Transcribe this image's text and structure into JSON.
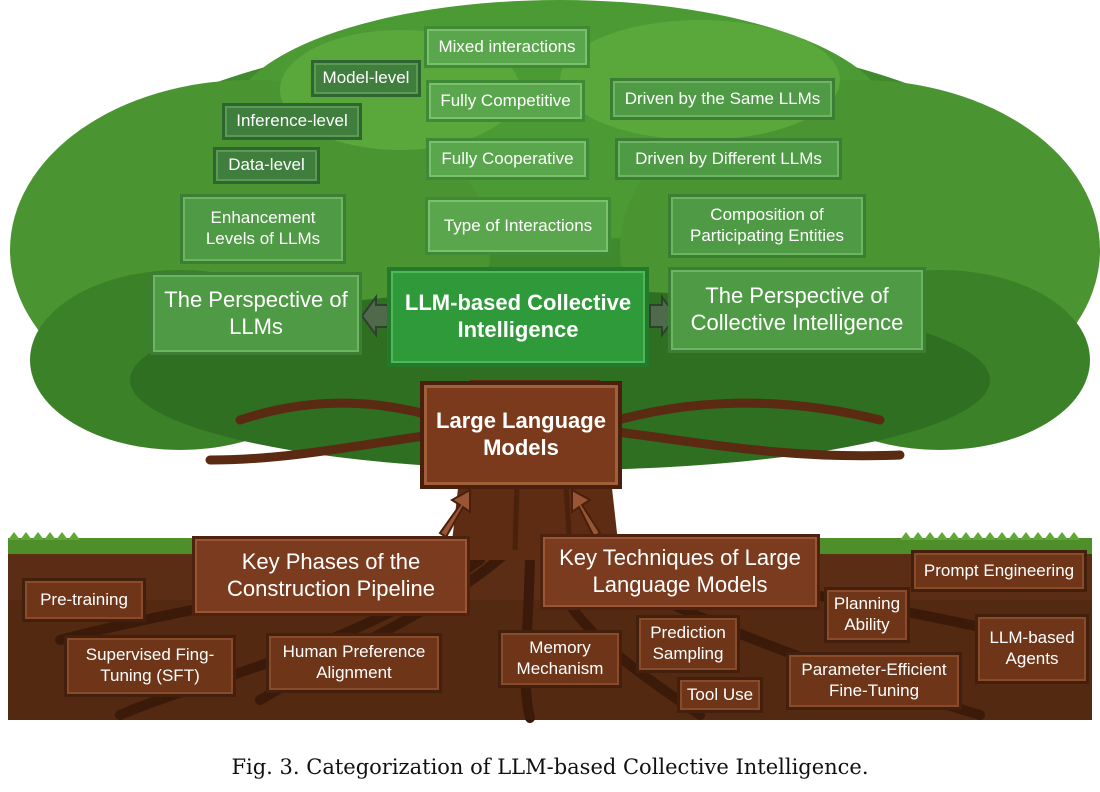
{
  "caption": "Fig. 3.  Categorization of LLM-based Collective Intelligence.",
  "colors": {
    "leaf_green": "#4f9a45",
    "core_green": "#2f9a3a",
    "bark_brown": "#7a3b1e",
    "soil_brown": "#5b2d14",
    "grass_green": "#4f8f2a"
  },
  "center": {
    "core": "LLM-based Collective Intelligence",
    "trunk": "Large Language Models"
  },
  "left_branch": {
    "title": "The Perspective of LLMs",
    "group": "Enhancement Levels of LLMs",
    "items": [
      "Data-level",
      "Inference-level",
      "Model-level"
    ]
  },
  "right_branch": {
    "title": "The Perspective of Collective Intelligence",
    "interactions": {
      "group": "Type of Interactions",
      "items": [
        "Fully Cooperative",
        "Fully Competitive",
        "Mixed interactions"
      ]
    },
    "composition": {
      "group": "Composition of Participating Entities",
      "items": [
        "Driven by Different LLMs",
        "Driven by the Same LLMs"
      ]
    }
  },
  "roots_left": {
    "title": "Key Phases of the Construction Pipeline",
    "items": [
      "Pre-training",
      "Supervised Fing-Tuning (SFT)",
      "Human Preference Alignment"
    ]
  },
  "roots_right": {
    "title": "Key Techniques of Large Language Models",
    "items": [
      "Memory Mechanism",
      "Prediction Sampling",
      "Tool Use",
      "Planning Ability",
      "Parameter-Efficient Fine-Tuning",
      "Prompt Engineering",
      "LLM-based Agents"
    ]
  }
}
